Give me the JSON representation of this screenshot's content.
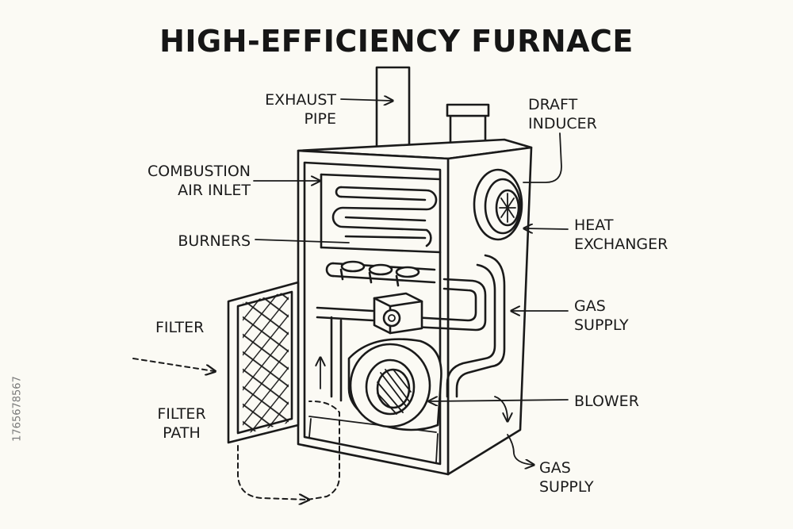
{
  "title": "HIGH-EFFICIENCY FURNACE",
  "labels": {
    "exhaust_pipe": [
      "EXHAUST",
      "PIPE"
    ],
    "draft_inducer": [
      "DRAFT",
      "INDUCER"
    ],
    "combustion_air_inlet": [
      "COMBUSTION",
      "AIR INLET"
    ],
    "heat_exchanger": [
      "HEAT",
      "EXCHANGER"
    ],
    "burners": [
      "BURNERS"
    ],
    "gas_supply_upper": [
      "GAS",
      "SUPPLY"
    ],
    "filter": [
      "FILTER"
    ],
    "blower": [
      "BLOWER"
    ],
    "filter_path": [
      "FILTER",
      "PATH"
    ],
    "gas_supply_lower": [
      "GAS",
      "SUPPLY"
    ]
  },
  "stock_id": "1765678567",
  "colors": {
    "line": "#1a1a1a",
    "background": "#fbfaf4"
  }
}
